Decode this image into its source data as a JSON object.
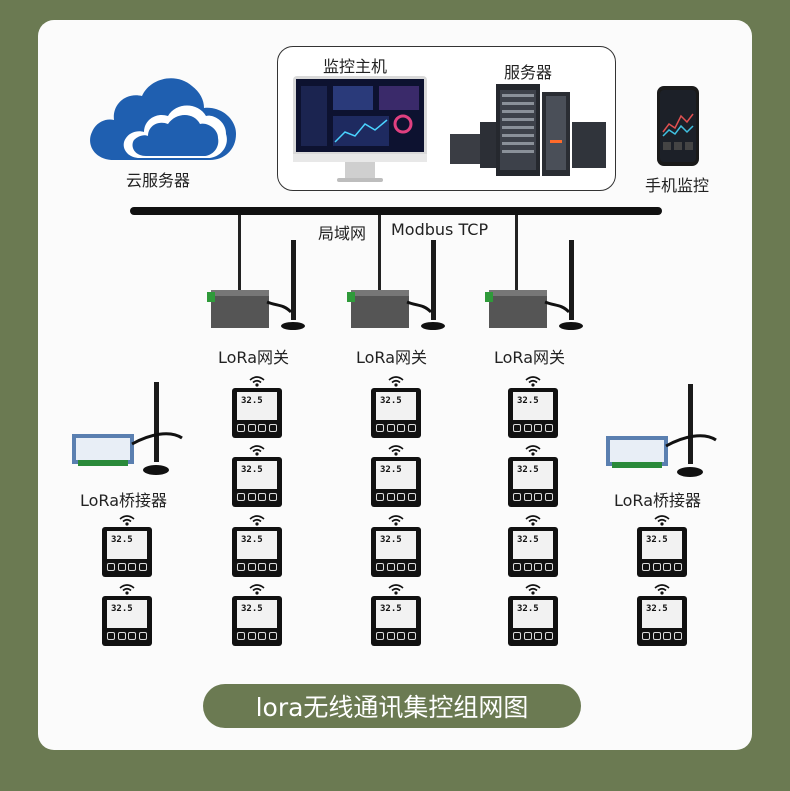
{
  "cloud": {
    "label": "云服务器"
  },
  "host": {
    "monitor_label": "监控主机",
    "server_label": "服务器"
  },
  "phone": {
    "label": "手机监控"
  },
  "network": {
    "lan_label": "局域网",
    "protocol_label": "Modbus TCP"
  },
  "gateways": [
    {
      "label": "LoRa网关"
    },
    {
      "label": "LoRa网关"
    },
    {
      "label": "LoRa网关"
    }
  ],
  "bridges": [
    {
      "label": "LoRa桥接器"
    },
    {
      "label": "LoRa桥接器"
    }
  ],
  "thermostat": {
    "reading": "32.5"
  },
  "footer": {
    "title": "lora无线通讯集控组网图"
  },
  "colors": {
    "background": "#6b7a52",
    "panel": "#fbfbfb",
    "cloud": "#1f5fb0"
  }
}
